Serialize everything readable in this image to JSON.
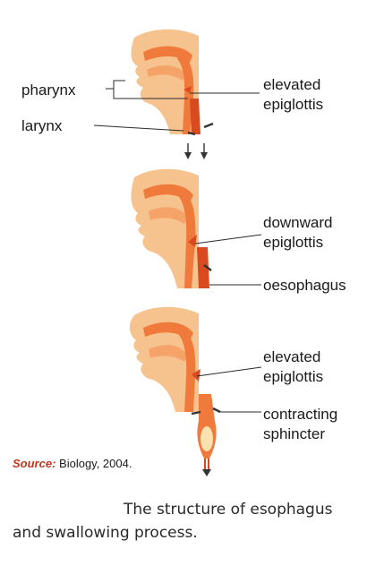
{
  "labels": {
    "pharynx": "pharynx",
    "larynx": "larynx",
    "elevated_1": "elevated",
    "epiglottis_1": "epiglottis",
    "downward": "downward",
    "epiglottis_2": "epiglottis",
    "oesophagus": "oesophagus",
    "elevated_3": "elevated",
    "epiglottis_3": "epiglottis",
    "contracting": "contracting",
    "sphincter": "sphincter"
  },
  "source": {
    "label": "Source:",
    "value": "Biology, 2004."
  },
  "caption": {
    "line1": "The structure of esophagus",
    "line2": "and swallowing process."
  },
  "colors": {
    "skin": "#f6c28e",
    "tissue": "#f07a3c",
    "dark_tissue": "#d94a1f",
    "line": "#2a2a2a"
  }
}
